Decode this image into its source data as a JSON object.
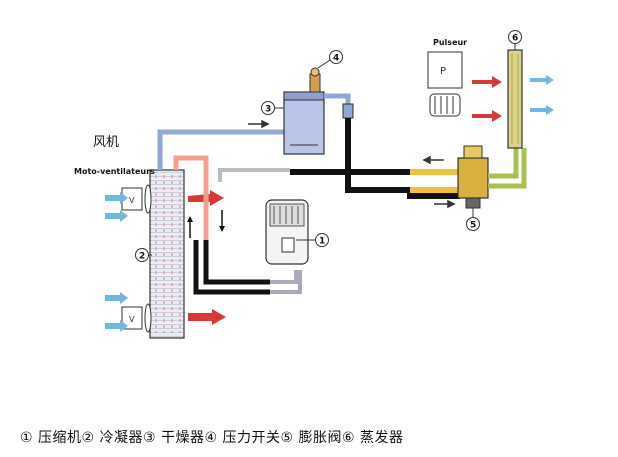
{
  "labels": {
    "fan_cn": "风机",
    "moto_ventilateurs": "Moto-ventilateurs",
    "pulseur": "Pulseur",
    "pulseur_box_letter": "P",
    "fan_letter_top": "V",
    "fan_letter_bottom": "V"
  },
  "callouts": {
    "c1": "1",
    "c2": "2",
    "c3": "3",
    "c4": "4",
    "c5": "5",
    "c6": "6"
  },
  "caption": "① 压缩机② 冷凝器③ 干燥器④ 压力开关⑤ 膨胀阀⑥ 蒸发器",
  "colors": {
    "liquid_line": "#f0c040",
    "suction_line": "#111111",
    "hot_line": "#f4a090",
    "vapor_line": "#8fa8d8",
    "evap_line": "#a8c050",
    "air_arrow_in": "#70b8e0",
    "air_arrow_hot": "#d83838"
  }
}
